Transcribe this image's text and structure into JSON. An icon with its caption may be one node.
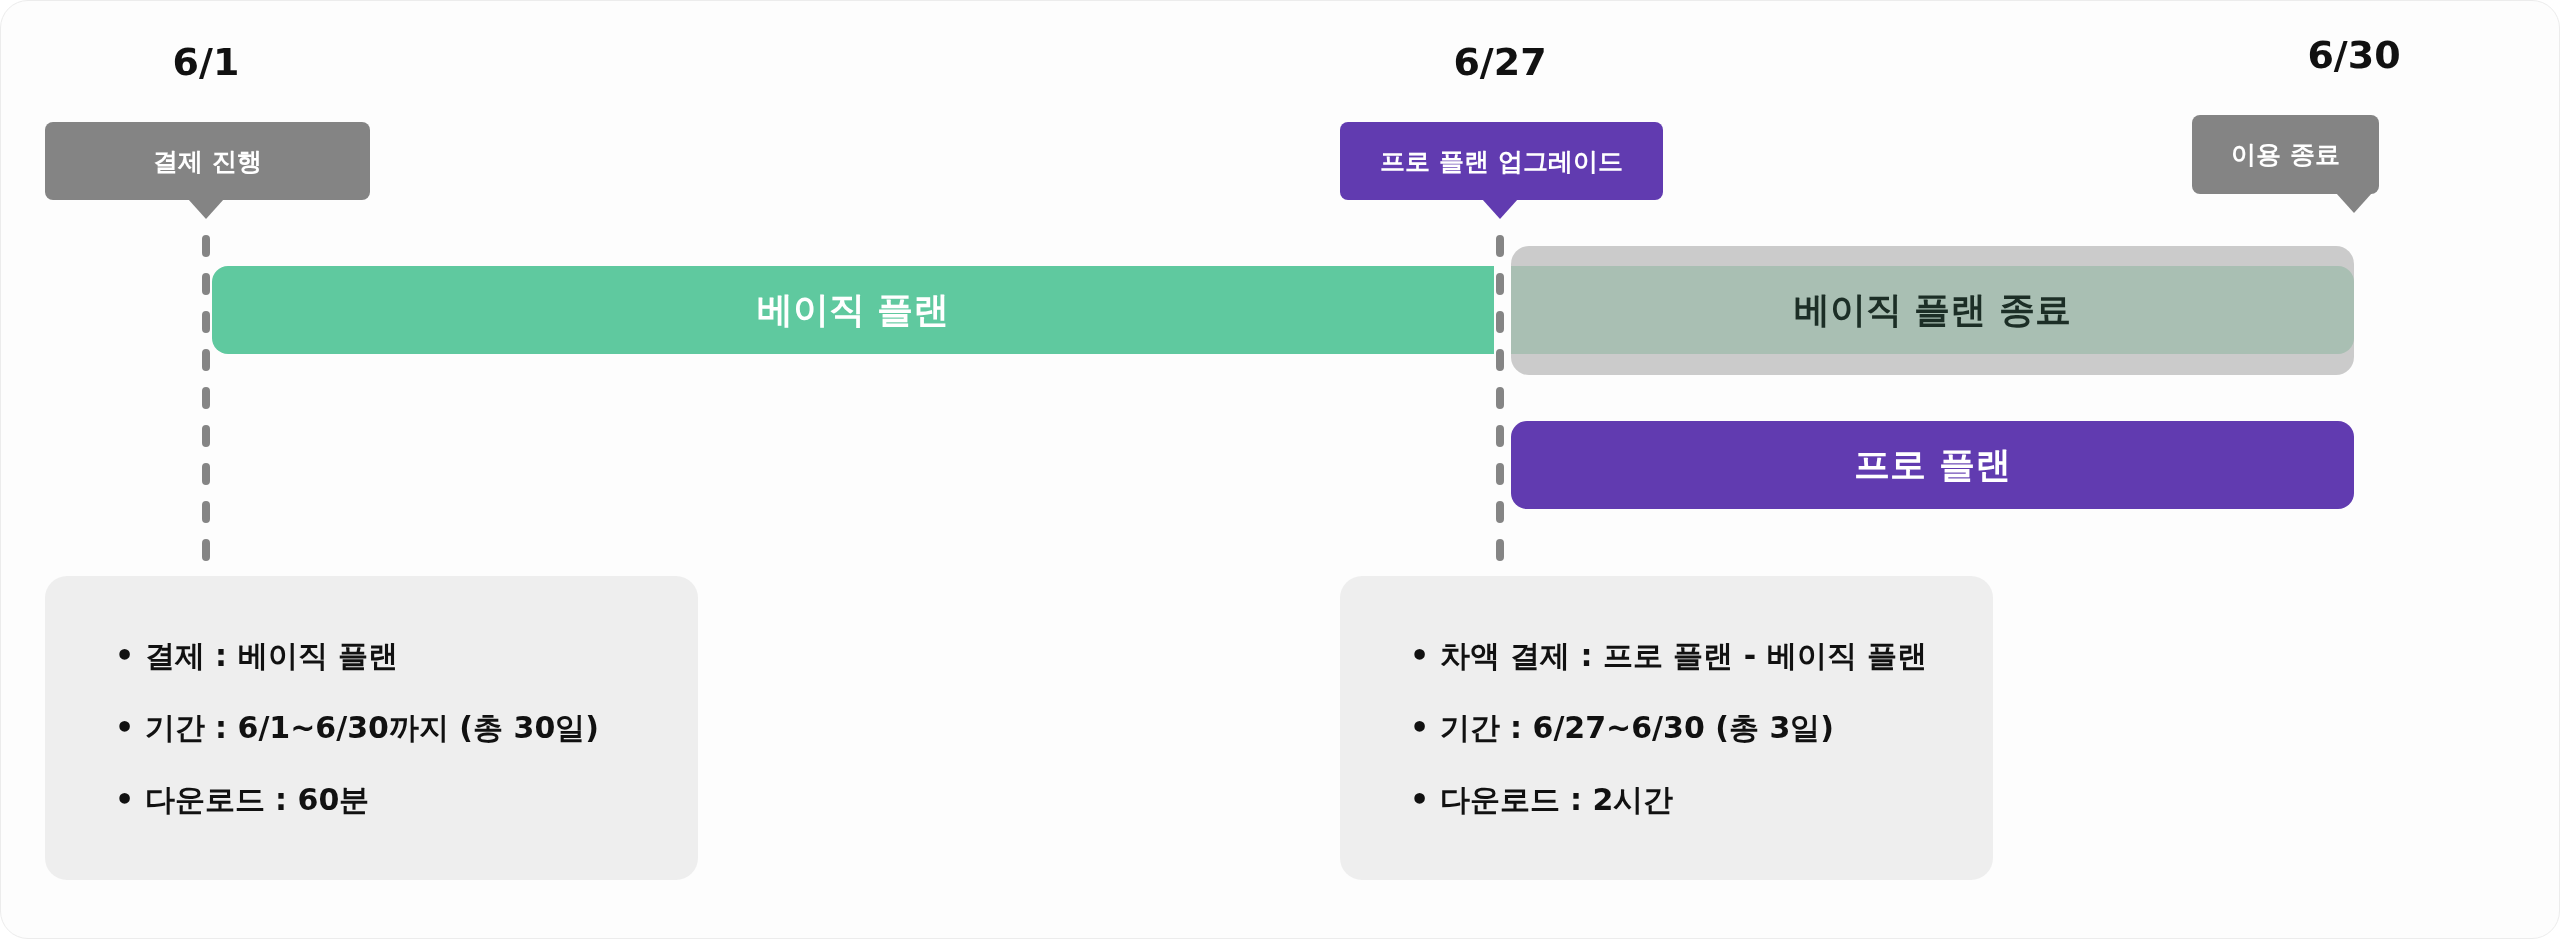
{
  "diagram": {
    "nodes": [
      {
        "text": [
          "결제 진행"
        ],
        "beside": [
          "6/1"
        ]
      },
      {
        "text": [
          "프로 플랜 업그레이드"
        ],
        "beside": [
          "6/27"
        ]
      },
      {
        "text": [
          "이용 종료"
        ],
        "beside": [
          "6/30"
        ]
      },
      {
        "text": [
          "베이직 플랜"
        ]
      },
      {
        "text": [
          "베이직 플랜 종료"
        ]
      },
      {
        "text": [
          "프로 플랜"
        ]
      },
      {
        "text": [
          "• 결제 : 베이직 플랜",
          "• 기간 : 6/1~6/30까지 (총 30일)",
          "• 다운로드 : 60분"
        ]
      },
      {
        "text": [
          "• 차액 결제 : 프로 플랜 - 베이직 플랜",
          "• 기간 : 6/27~6/30 (총 3일)",
          "• 다운로드 : 2시간"
        ]
      }
    ],
    "edges": [
      {
        "from": 0,
        "to": 6,
        "arrow": "none",
        "style": "dashed"
      },
      {
        "from": 1,
        "to": 7,
        "arrow": "none",
        "style": "dashed"
      }
    ]
  }
}
